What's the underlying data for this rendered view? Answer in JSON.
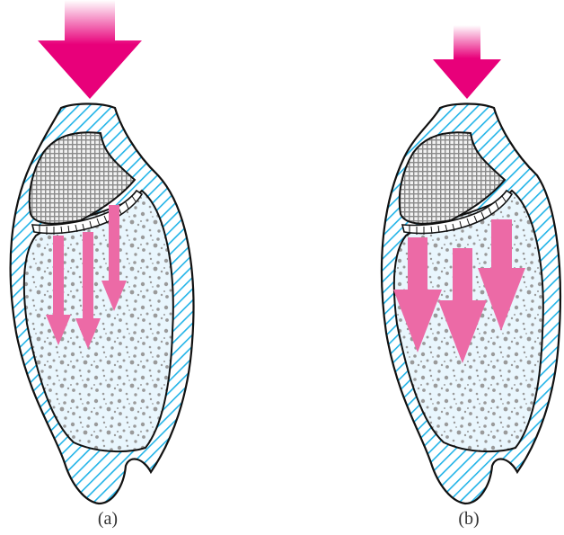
{
  "panels": [
    {
      "id": "a",
      "caption": "(a)"
    },
    {
      "id": "b",
      "caption": "(b)"
    }
  ],
  "colors": {
    "arrow_magenta": "#e8007a",
    "arrow_pink": "#ec6aa6",
    "wall_stroke": "#22b4e8",
    "interior_fill": "#e9f6fd",
    "particle": "#9a9a9a",
    "mesh": "#8a8a8a",
    "outline": "#111111"
  }
}
